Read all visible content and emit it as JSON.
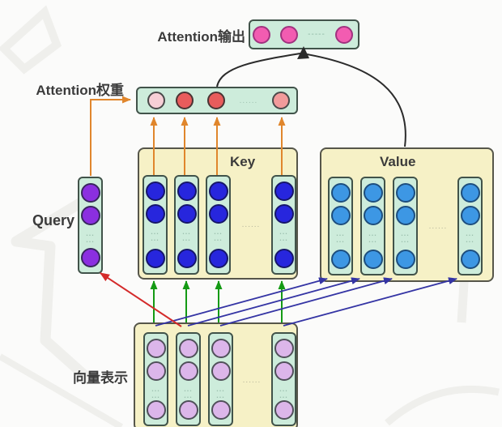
{
  "labels": {
    "output": "Attention输出",
    "weights": "Attention权重",
    "query": "Query",
    "key": "Key",
    "value": "Value",
    "vectors": "向量表示"
  },
  "dots": {
    "horizontal": "......",
    "row_dash": "-----",
    "vertical": "..."
  },
  "structure": {
    "output_nodes": 3,
    "weight_nodes": 4,
    "query_nodes": 3,
    "key_columns": 4,
    "value_columns": 4,
    "vector_columns": 4,
    "nodes_per_column": 3
  },
  "colors": {
    "outer_box_fill": "#f6f1c6",
    "outer_box_border": "#56564a",
    "inner_box_fill": "#cdecdb",
    "inner_box_border": "#41534a",
    "node_output": "#f25cb1",
    "node_weight_light": "#f7cfd6",
    "node_weight_strong": "#e85c5c",
    "node_weight_medium": "#f29b9b",
    "node_query": "#8b2fe0",
    "node_key": "#2726dd",
    "node_value": "#3d97e4",
    "node_vector": "#dcb6ea",
    "arrow_orange": "#e0862c",
    "arrow_green": "#149a14",
    "arrow_navy": "#3434a4",
    "arrow_red": "#d42a2a",
    "arrow_black": "#2b2b2b",
    "label_text": "#3b3b3b"
  }
}
